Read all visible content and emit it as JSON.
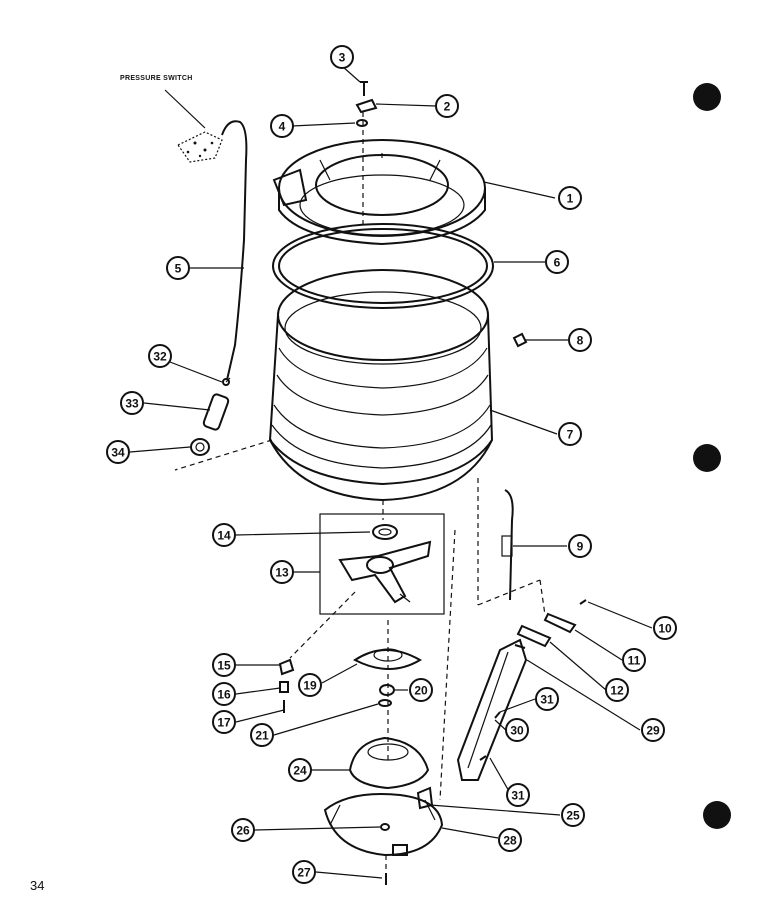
{
  "caption": "PRESSURE SWITCH",
  "page_number": "34",
  "callouts": [
    {
      "id": "c1",
      "label": "1"
    },
    {
      "id": "c2",
      "label": "2"
    },
    {
      "id": "c3",
      "label": "3"
    },
    {
      "id": "c4",
      "label": "4"
    },
    {
      "id": "c5",
      "label": "5"
    },
    {
      "id": "c6",
      "label": "6"
    },
    {
      "id": "c7",
      "label": "7"
    },
    {
      "id": "c8",
      "label": "8"
    },
    {
      "id": "c9",
      "label": "9"
    },
    {
      "id": "c10",
      "label": "10"
    },
    {
      "id": "c11",
      "label": "11"
    },
    {
      "id": "c12",
      "label": "12"
    },
    {
      "id": "c13",
      "label": "13"
    },
    {
      "id": "c14",
      "label": "14"
    },
    {
      "id": "c15",
      "label": "15"
    },
    {
      "id": "c16",
      "label": "16"
    },
    {
      "id": "c17",
      "label": "17"
    },
    {
      "id": "c19",
      "label": "19"
    },
    {
      "id": "c20",
      "label": "20"
    },
    {
      "id": "c21",
      "label": "21"
    },
    {
      "id": "c24",
      "label": "24"
    },
    {
      "id": "c25",
      "label": "25"
    },
    {
      "id": "c26",
      "label": "26"
    },
    {
      "id": "c27",
      "label": "27"
    },
    {
      "id": "c28",
      "label": "28"
    },
    {
      "id": "c29",
      "label": "29"
    },
    {
      "id": "c30",
      "label": "30"
    },
    {
      "id": "c31a",
      "label": "31"
    },
    {
      "id": "c31b",
      "label": "31"
    },
    {
      "id": "c32",
      "label": "32"
    },
    {
      "id": "c33",
      "label": "33"
    },
    {
      "id": "c34",
      "label": "34"
    }
  ]
}
